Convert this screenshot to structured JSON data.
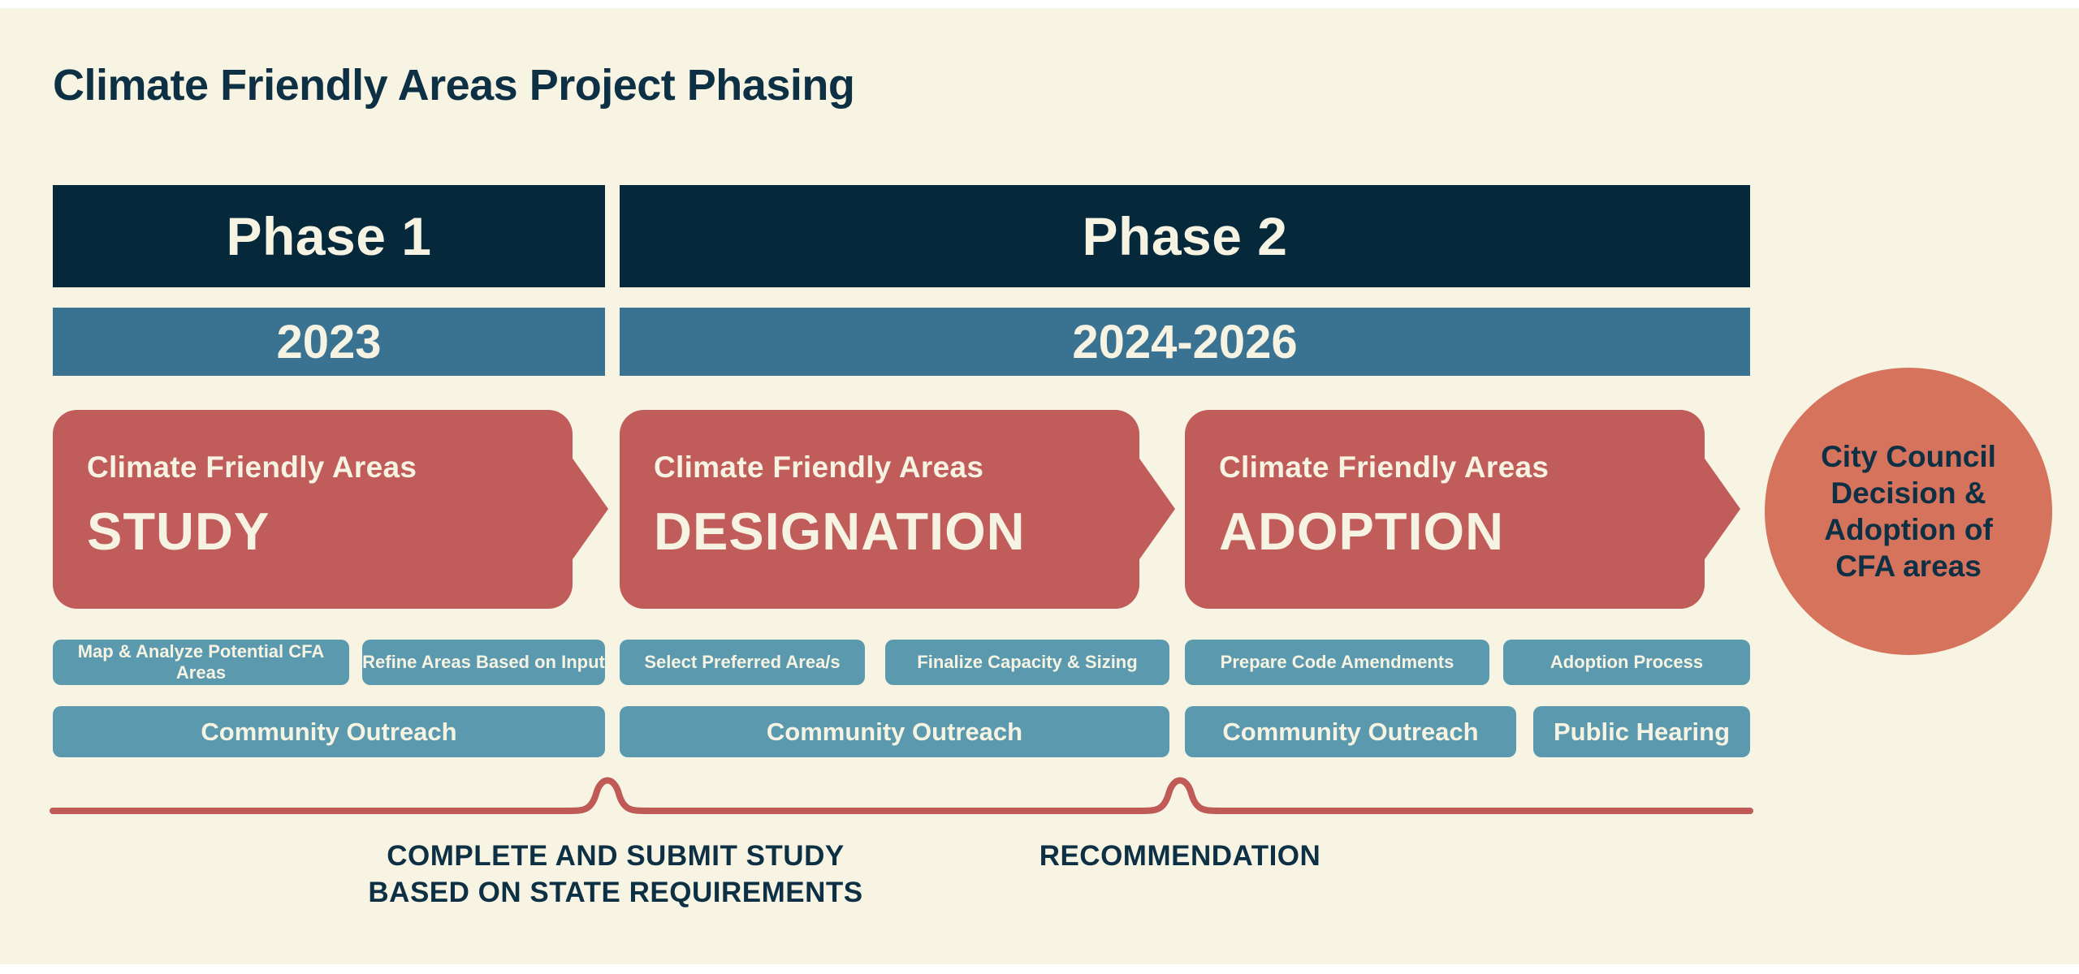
{
  "title": "Climate Friendly Areas Project Phasing",
  "colors": {
    "background_cream": "#f7f4e3",
    "page_edge_white": "#ffffff",
    "header_navy": "#05293a",
    "text_navy": "#0d3044",
    "year_steel_blue": "#3a7292",
    "task_button_blue": "#5b9aae",
    "bubble_red": "#c05c5a",
    "circle_orange": "#d5735c",
    "timeline_red": "#c05a57",
    "cream_text": "#f6f3e2"
  },
  "phases": [
    {
      "label": "Phase 1",
      "years": "2023"
    },
    {
      "label": "Phase 2",
      "years": "2024-2026"
    }
  ],
  "bubbles": [
    {
      "eyebrow": "Climate Friendly Areas",
      "title": "STUDY"
    },
    {
      "eyebrow": "Climate Friendly Areas",
      "title": "DESIGNATION"
    },
    {
      "eyebrow": "Climate Friendly Areas",
      "title": "ADOPTION"
    }
  ],
  "task_buttons": [
    "Map & Analyze Potential CFA Areas",
    "Refine Areas Based on Input",
    "Select Preferred Area/s",
    "Finalize Capacity & Sizing",
    "Prepare Code Amendments",
    "Adoption Process"
  ],
  "outreach_bars": [
    "Community Outreach",
    "Community Outreach",
    "Community Outreach",
    "Public Hearing"
  ],
  "circle": {
    "text": "City Council Decision & Adoption of CFA areas",
    "lines": [
      "City Council",
      "Decision &",
      "Adoption of",
      "CFA areas"
    ]
  },
  "milestones": [
    {
      "line1": "COMPLETE AND SUBMIT STUDY",
      "line2": "BASED ON STATE REQUIREMENTS"
    },
    {
      "line1": "RECOMMENDATION"
    }
  ]
}
